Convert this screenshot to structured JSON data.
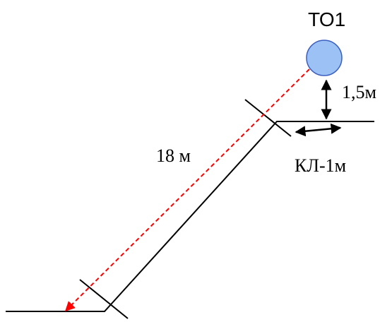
{
  "diagram": {
    "labels": {
      "object": "ТО1",
      "vertical_distance": "1,5м",
      "slope_length": "18 м",
      "horizontal_distance": "КЛ-1м"
    },
    "colors": {
      "line": "#000000",
      "dashed_line": "#ff0000",
      "circle_fill": "#9cc2f5",
      "circle_stroke": "#3b5fc0"
    }
  }
}
